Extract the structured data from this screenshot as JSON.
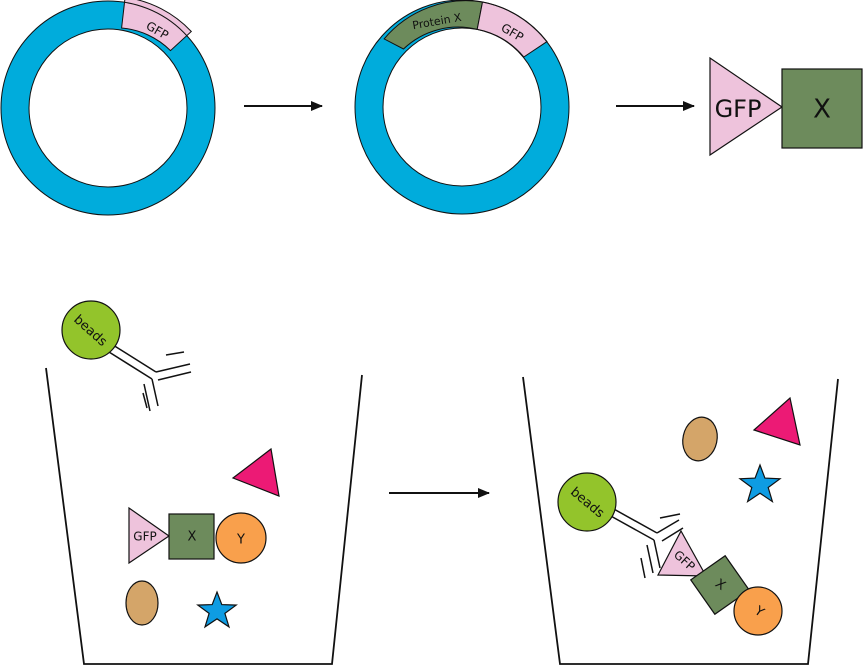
{
  "colors": {
    "plasmid": "#00acdc",
    "gfp": "#eec3dc",
    "protein_x": "#6d8b5c",
    "protein_y": "#f9a04c",
    "beads": "#93c42b",
    "triangle": "#ec1a75",
    "ellipse": "#d4a569",
    "star": "#0e9ce3",
    "ink": "#111111",
    "background": "#ffffff"
  },
  "plasmid_1": {
    "gfp_label": "GFP"
  },
  "plasmid_2": {
    "protein_x_label": "Protein X",
    "gfp_label": "GFP"
  },
  "fusion_protein": {
    "gfp_label": "GFP",
    "x_label": "X"
  },
  "beaker_1": {
    "beads_label": "beads",
    "gfp_label": "GFP",
    "x_label": "X",
    "y_label": "Y"
  },
  "beaker_2": {
    "beads_label": "beads",
    "gfp_label": "GFP",
    "x_label": "X",
    "y_label": "Y"
  },
  "icons": [
    "arrow-right-icon",
    "beaker-icon",
    "antibody-icon",
    "star-icon",
    "triangle-icon",
    "ellipse-icon"
  ]
}
